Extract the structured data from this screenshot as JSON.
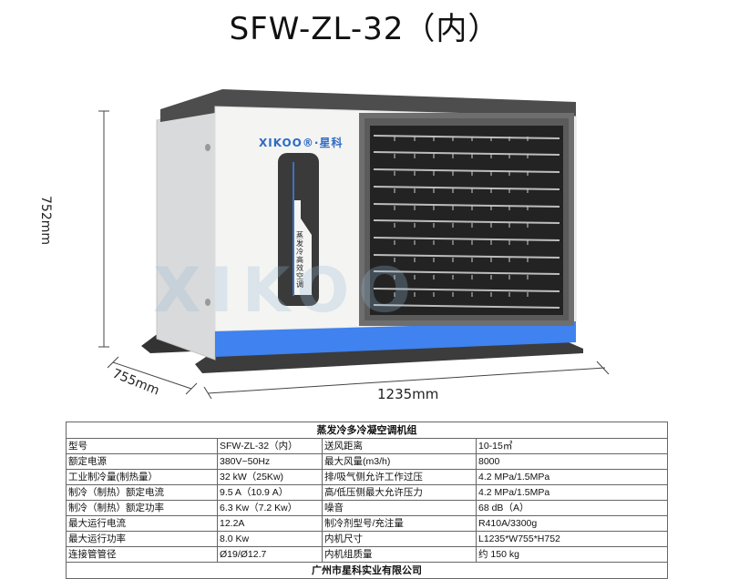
{
  "title": "SFW-ZL-32（内）",
  "product_image": {
    "brand_logo": "XIKOO®·星科",
    "side_panel_text": "蒸发冷高效空调",
    "watermark": "XIKOO",
    "colors": {
      "accent_blue": "#3f82f0",
      "body_white": "#f4f4f2",
      "grille_dark": "#2a2a2a",
      "frame_gray": "#6e6e6e",
      "base_dark": "#3a3a3a"
    }
  },
  "dimensions": {
    "height_label": "752mm",
    "depth_label": "755mm",
    "width_label": "1235mm"
  },
  "spec_table": {
    "header": "蒸发冷多冷凝空调机组",
    "rows": [
      {
        "k1": "型号",
        "v1": "SFW-ZL-32（内）",
        "k2": "送风距离",
        "v2": "10-15㎡"
      },
      {
        "k1": "额定电源",
        "v1": "380V~50Hz",
        "k2": "最大风量(m3/h)",
        "v2": "8000"
      },
      {
        "k1": "工业制冷量(制热量）",
        "v1": "32 kW（25Kw)",
        "k2": "排/吸气侧允许工作过压",
        "v2": "4.2 MPa/1.5MPa"
      },
      {
        "k1": "制冷（制热）额定电流",
        "v1": "9.5 A（10.9 A）",
        "k2": "高/低压侧最大允许压力",
        "v2": "4.2 MPa/1.5MPa"
      },
      {
        "k1": "制冷（制热）额定功率",
        "v1": "6.3 Kw（7.2 Kw）",
        "k2": "噪音",
        "v2": "68 dB（A）"
      },
      {
        "k1": "最大运行电流",
        "v1": "12.2A",
        "k2": "制冷剂型号/充注量",
        "v2": "R410A/3300g"
      },
      {
        "k1": "最大运行功率",
        "v1": "8.0 Kw",
        "k2": "内机尺寸",
        "v2": " L1235*W755*H752"
      },
      {
        "k1": "连接管管径",
        "v1": "Ø19/Ø12.7",
        "k2": "内机组质量",
        "v2": "约 150 kg"
      }
    ],
    "footer": "广州市星科实业有限公司"
  }
}
